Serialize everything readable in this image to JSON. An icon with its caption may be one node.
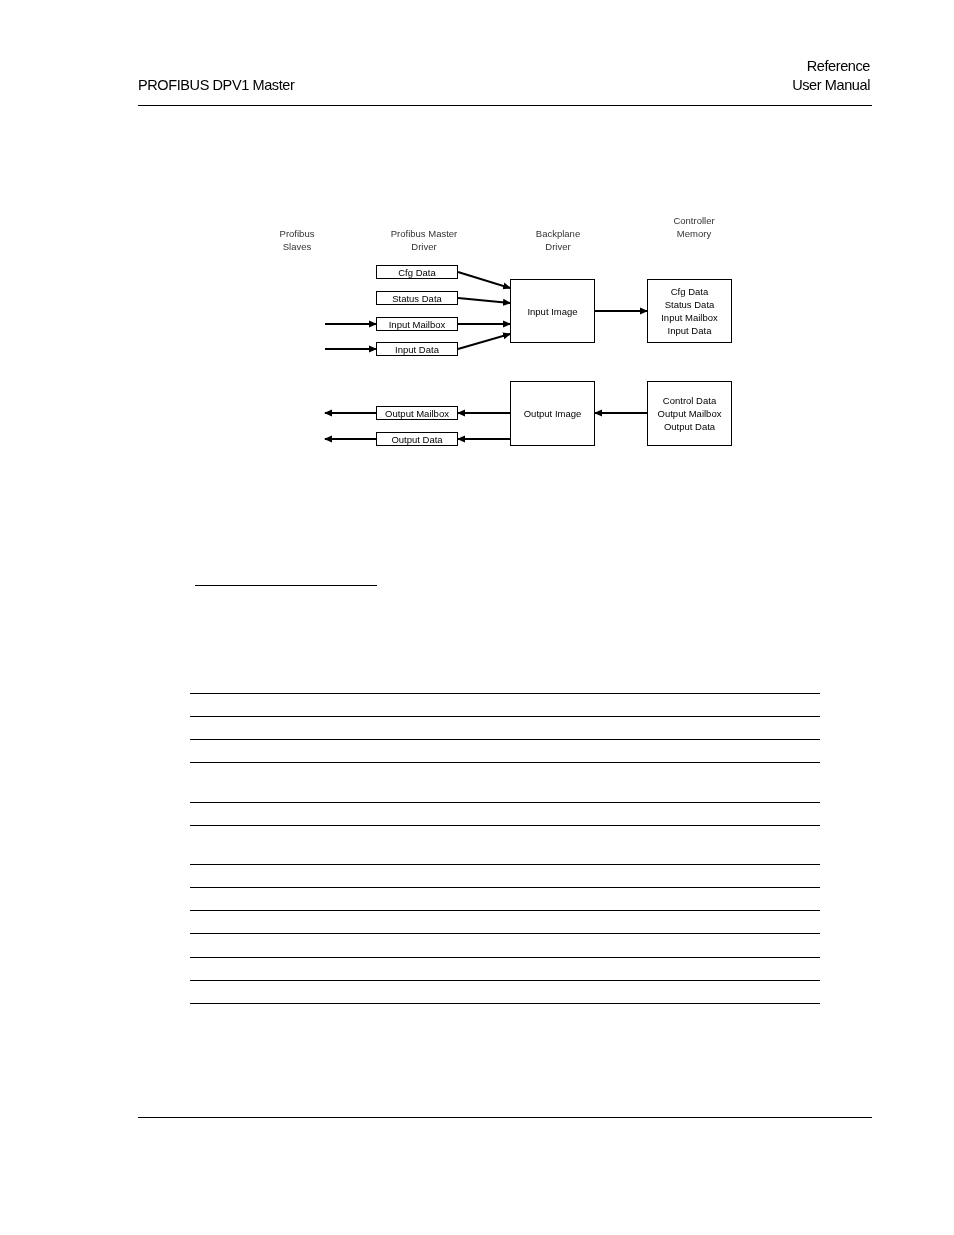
{
  "diagram": {
    "nodes": [
      {
        "text": [
          "Cfg Data"
        ]
      },
      {
        "text": [
          "Status Data"
        ]
      },
      {
        "text": [
          "Input Mailbox"
        ]
      },
      {
        "text": [
          "Input Data"
        ]
      },
      {
        "text": [
          "Input Image"
        ]
      },
      {
        "text": [
          "Cfg Data",
          "Status Data",
          "Input Mailbox",
          "Input Data"
        ]
      },
      {
        "text": [
          "Output Mailbox"
        ]
      },
      {
        "text": [
          "Output Data"
        ]
      },
      {
        "text": [
          "Output Image"
        ]
      },
      {
        "text": [
          "Control Data",
          "Output Mailbox",
          "Output Data"
        ]
      }
    ],
    "edges": [
      {
        "from": 0,
        "to": 4,
        "arrow": "to"
      },
      {
        "from": 1,
        "to": 4,
        "arrow": "to"
      },
      {
        "from": 2,
        "to": 4,
        "arrow": "to"
      },
      {
        "from": 3,
        "to": 4,
        "arrow": "to"
      },
      {
        "from": null,
        "to": 2,
        "arrow": "to"
      },
      {
        "from": null,
        "to": 3,
        "arrow": "to"
      },
      {
        "from": 4,
        "to": 5,
        "arrow": "to"
      },
      {
        "from": 9,
        "to": 8,
        "arrow": "to"
      },
      {
        "from": 8,
        "to": 6,
        "arrow": "to"
      },
      {
        "from": 8,
        "to": 7,
        "arrow": "to"
      },
      {
        "from": 6,
        "to": null,
        "arrow": "to"
      },
      {
        "from": 7,
        "to": null,
        "arrow": "to"
      }
    ],
    "labels": [
      "PROFIBUS DPV1 Master",
      "Reference",
      "User Manual",
      "Profibus Slaves",
      "Profibus Master Driver",
      "Backplane Driver",
      "Controller Memory"
    ]
  }
}
